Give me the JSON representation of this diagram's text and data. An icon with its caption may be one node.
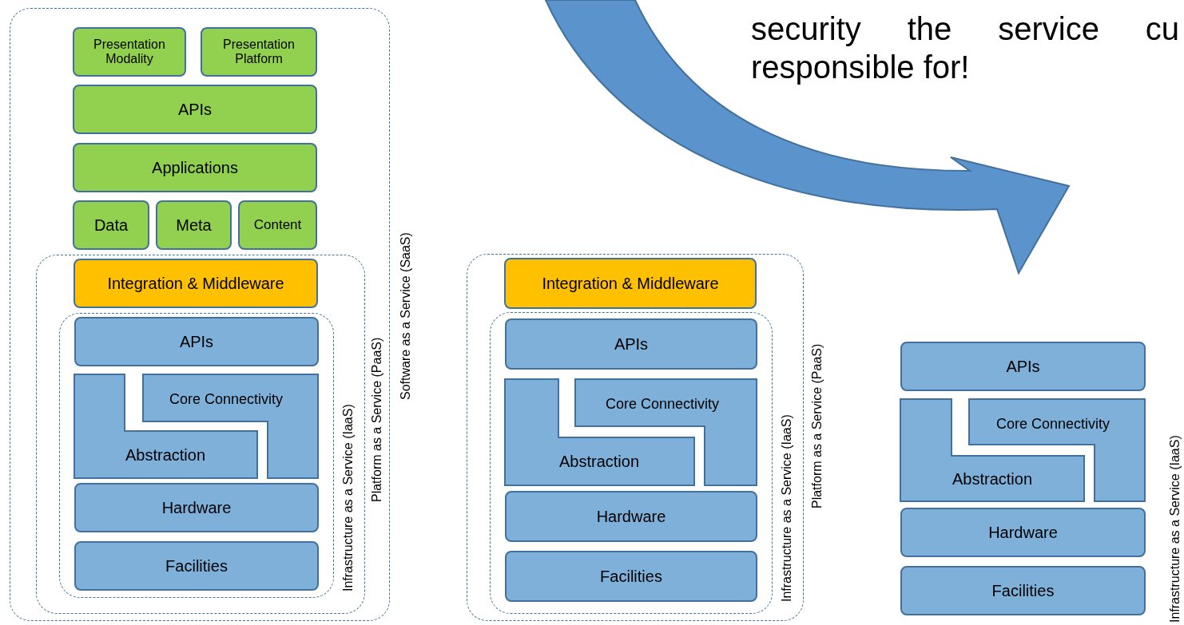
{
  "diagram": {
    "nodes": [
      {
        "text": [
          "Software as a Service (SaaS)"
        ]
      },
      {
        "text": [
          "Presentation Modality"
        ],
        "in": 0
      },
      {
        "text": [
          "Presentation Platform"
        ],
        "in": 0
      },
      {
        "text": [
          "APIs"
        ],
        "in": 0
      },
      {
        "text": [
          "Applications"
        ],
        "in": 0
      },
      {
        "text": [
          "Data"
        ],
        "in": 0
      },
      {
        "text": [
          "Meta"
        ],
        "in": 0
      },
      {
        "text": [
          "Content"
        ],
        "in": 0
      },
      {
        "text": [
          "Platform as a Service (PaaS)"
        ],
        "in": 0
      },
      {
        "text": [
          "Integration & Middleware"
        ],
        "in": 8
      },
      {
        "text": [
          "Infrastructure as a Service (IaaS)"
        ],
        "in": 8
      },
      {
        "text": [
          "APIs"
        ],
        "in": 10
      },
      {
        "text": [
          "Core Connectivity"
        ],
        "in": 10
      },
      {
        "text": [
          "Abstraction"
        ],
        "in": 10
      },
      {
        "text": [
          "Hardware"
        ],
        "in": 10
      },
      {
        "text": [
          "Facilities"
        ],
        "in": 10
      },
      {
        "text": [
          "Platform as a Service (PaaS)"
        ]
      },
      {
        "text": [
          "Integration & Middleware"
        ],
        "in": 16
      },
      {
        "text": [
          "Infrastructure as a Service (IaaS)"
        ],
        "in": 16
      },
      {
        "text": [
          "APIs"
        ],
        "in": 18
      },
      {
        "text": [
          "Core Connectivity"
        ],
        "in": 18
      },
      {
        "text": [
          "Abstraction"
        ],
        "in": 18
      },
      {
        "text": [
          "Hardware"
        ],
        "in": 18
      },
      {
        "text": [
          "Facilities"
        ],
        "in": 18
      },
      {
        "text": [
          "APIs"
        ]
      },
      {
        "text": [
          "Core Connectivity"
        ]
      },
      {
        "text": [
          "Abstraction"
        ]
      },
      {
        "text": [
          "Hardware"
        ]
      },
      {
        "text": [
          "Facilities"
        ]
      }
    ],
    "labels": [
      "security the service cu responsible for!",
      "Infrastructure as a Service (IaaS)"
    ]
  }
}
